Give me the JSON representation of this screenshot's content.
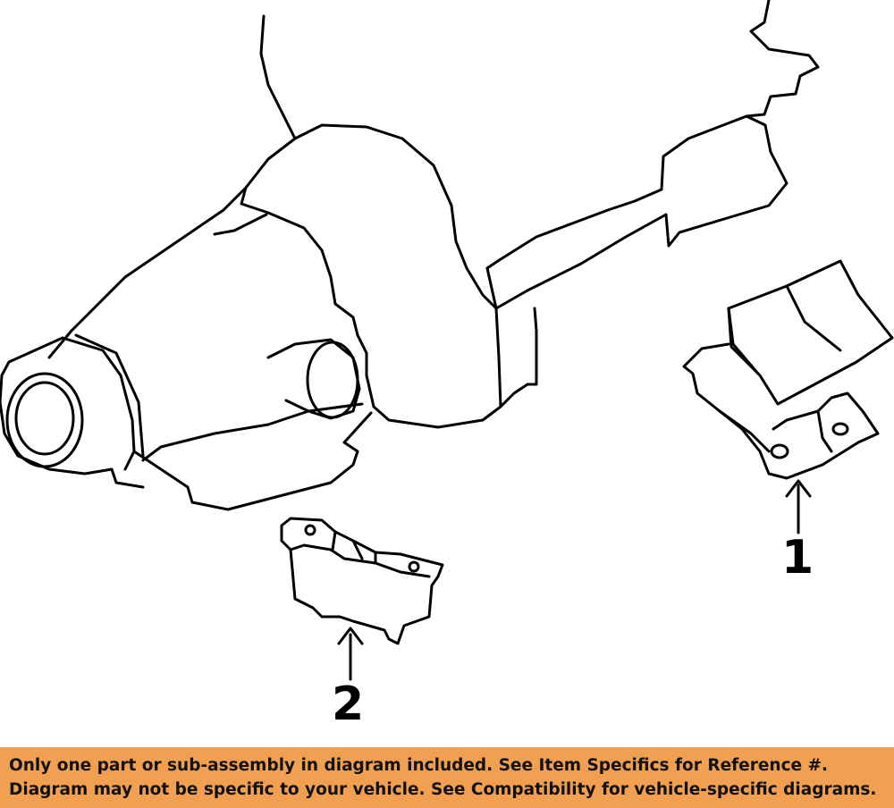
{
  "diagram": {
    "callouts": [
      {
        "label": "1"
      },
      {
        "label": "2"
      }
    ]
  },
  "banner": {
    "color": "#f0a050",
    "line1": "Only one part or sub-assembly in diagram included. See Item Specifics for Reference #.",
    "line2": "Diagram may not be specific to your vehicle. See Compatibility for vehicle-specific diagrams."
  }
}
